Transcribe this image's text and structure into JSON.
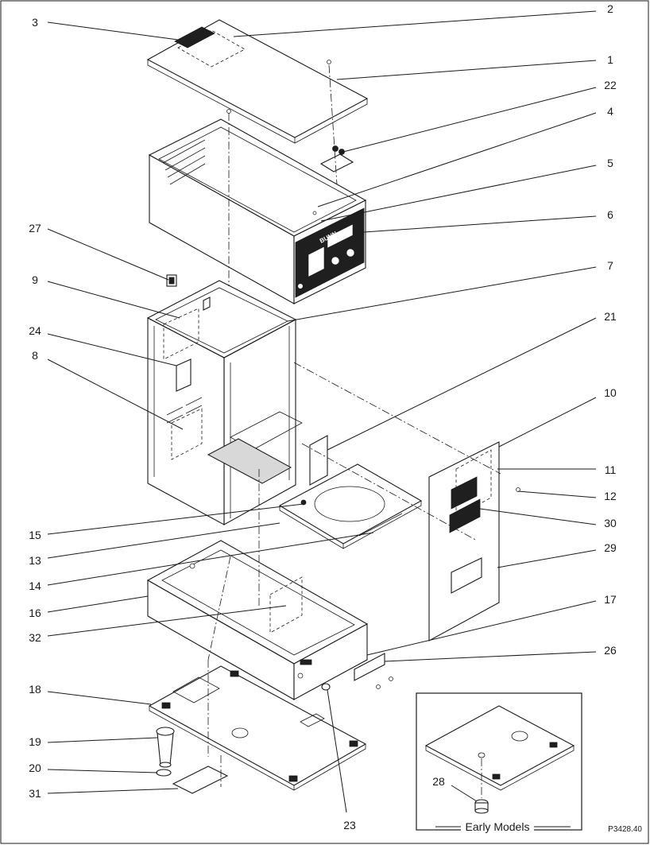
{
  "labels": [
    "1",
    "2",
    "3",
    "4",
    "5",
    "6",
    "7",
    "8",
    "9",
    "10",
    "11",
    "12",
    "13",
    "14",
    "15",
    "16",
    "17",
    "18",
    "19",
    "20",
    "21",
    "22",
    "23",
    "24",
    "26",
    "27",
    "28",
    "29",
    "30",
    "31",
    "32"
  ],
  "brand": "BUNN",
  "inset_caption": "Early Models",
  "figure_ref": "P3428.40"
}
